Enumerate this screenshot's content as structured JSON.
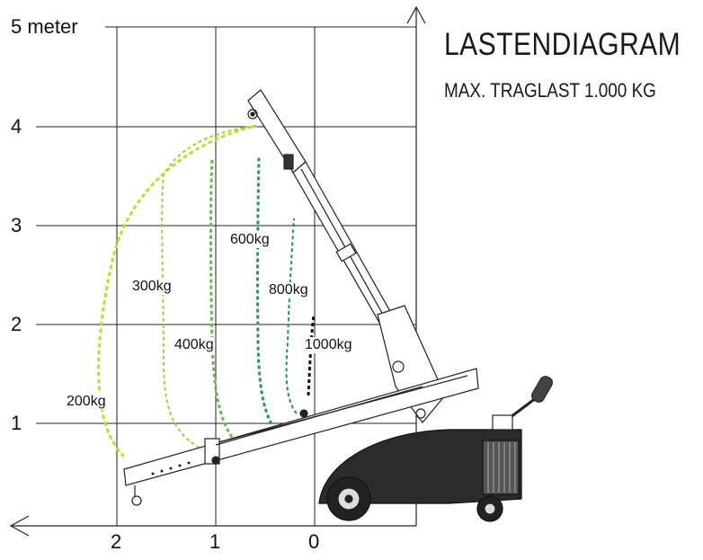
{
  "diagram": {
    "title": "LASTENDIAGRAM",
    "subtitle": "MAX. TRAGLAST 1.000 KG",
    "y_axis": {
      "top_label": "5 meter",
      "ticks": [
        "4",
        "3",
        "2",
        "1"
      ]
    },
    "x_axis": {
      "ticks": [
        "2",
        "1",
        "0"
      ]
    },
    "load_curves": [
      {
        "label": "200kg",
        "color": "#c8d93a"
      },
      {
        "label": "300kg",
        "color": "#a7cc46"
      },
      {
        "label": "400kg",
        "color": "#6fb552"
      },
      {
        "label": "600kg",
        "color": "#2f9452"
      },
      {
        "label": "800kg",
        "color": "#1f8a80"
      },
      {
        "label": "1000kg",
        "color": "#111111"
      }
    ],
    "machine_icon": "mobile-crane-icon"
  }
}
